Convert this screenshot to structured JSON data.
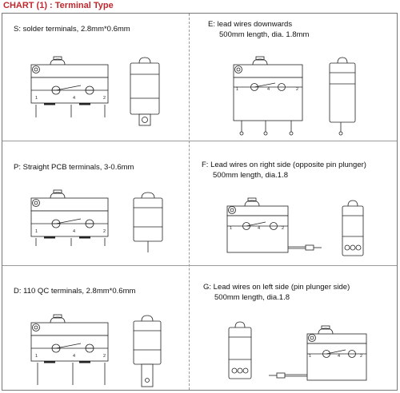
{
  "title": "CHART (1) : Terminal Type",
  "cells": [
    {
      "id": "S",
      "line1": "S: solder terminals, 2.8mm*0.6mm",
      "line2": ""
    },
    {
      "id": "E",
      "line1": "E: lead wires downwards",
      "line2": "500mm length, dia. 1.8mm"
    },
    {
      "id": "P",
      "line1": "P: Straight PCB terminals, 3-0.6mm",
      "line2": ""
    },
    {
      "id": "F",
      "line1": "F: Lead wires on right side (opposite pin plunger)",
      "line2": "500mm length, dia.1.8"
    },
    {
      "id": "D",
      "line1": "D: 110 QC terminals, 2.8mm*0.6mm",
      "line2": ""
    },
    {
      "id": "G",
      "line1": "G: Lead wires on left side (pin plunger side)",
      "line2": "500mm length, dia.1.8"
    }
  ],
  "pin_labels": [
    "1",
    "4",
    "2"
  ]
}
